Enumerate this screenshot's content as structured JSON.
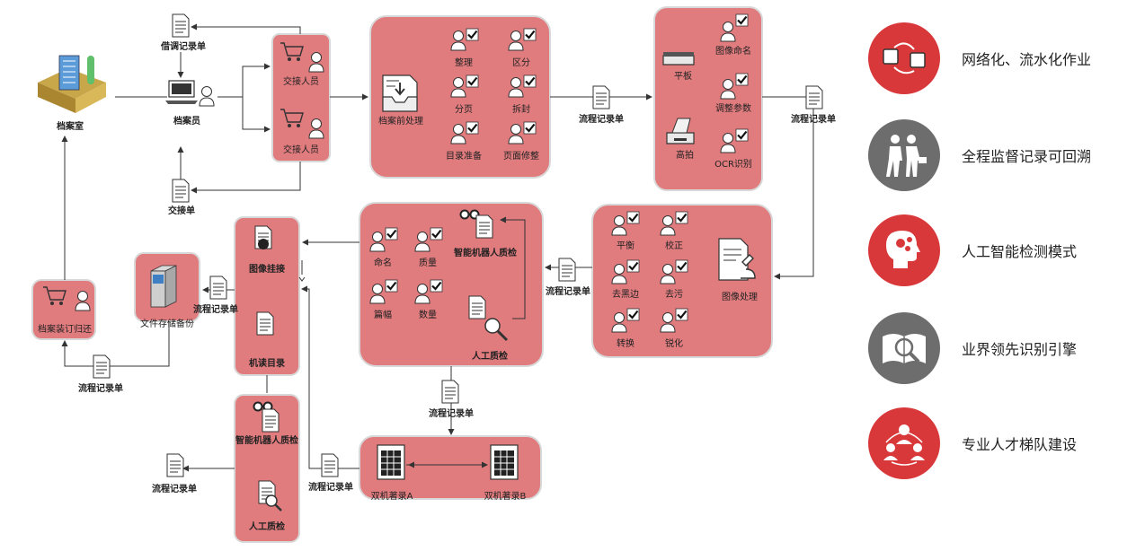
{
  "nodes": {
    "archive_room": "档案室",
    "archivist": "档案员",
    "borrow_form": "借调记录单",
    "handover_form": "交接单",
    "handover_person_1": "交接人员",
    "handover_person_2": "交接人员",
    "pre_processing": "档案前处理",
    "tasks_pre": [
      "整理",
      "区分",
      "分页",
      "拆封",
      "目录准备",
      "页面修整"
    ],
    "flow_form": "流程记录单",
    "scan": {
      "flatbed": "平板",
      "high_speed": "高拍",
      "items": [
        "图像命名",
        "调整参数",
        "OCR识别"
      ]
    },
    "image_processing": {
      "label": "图像处理",
      "items": [
        "平衡",
        "校正",
        "去黑边",
        "去污",
        "转换",
        "锐化"
      ]
    },
    "qc": {
      "robot": "智能机器人质检",
      "human": "人工质检",
      "items": [
        "命名",
        "质量",
        "篇幅",
        "数量"
      ]
    },
    "catalog": {
      "image_mount": "图像挂接",
      "machine_catalog": "机读目录"
    },
    "storage": "文件存储备份",
    "binding": "档案装订归还",
    "entry": {
      "a": "双机著录A",
      "b": "双机著录B"
    },
    "final_qc": {
      "robot": "智能机器人质检",
      "human": "人工质检"
    }
  },
  "features": [
    {
      "label": "网络化、流水化作业",
      "icon": "network-flow-icon",
      "color": "#d9383a"
    },
    {
      "label": "全程监督记录可回溯",
      "icon": "supervision-icon",
      "color": "#6d6d6d"
    },
    {
      "label": "人工智能检测模式",
      "icon": "ai-brain-icon",
      "color": "#d9383a"
    },
    {
      "label": "业界领先识别引擎",
      "icon": "recognition-book-icon",
      "color": "#6d6d6d"
    },
    {
      "label": "专业人才梯队建设",
      "icon": "talent-team-icon",
      "color": "#d9383a"
    }
  ]
}
